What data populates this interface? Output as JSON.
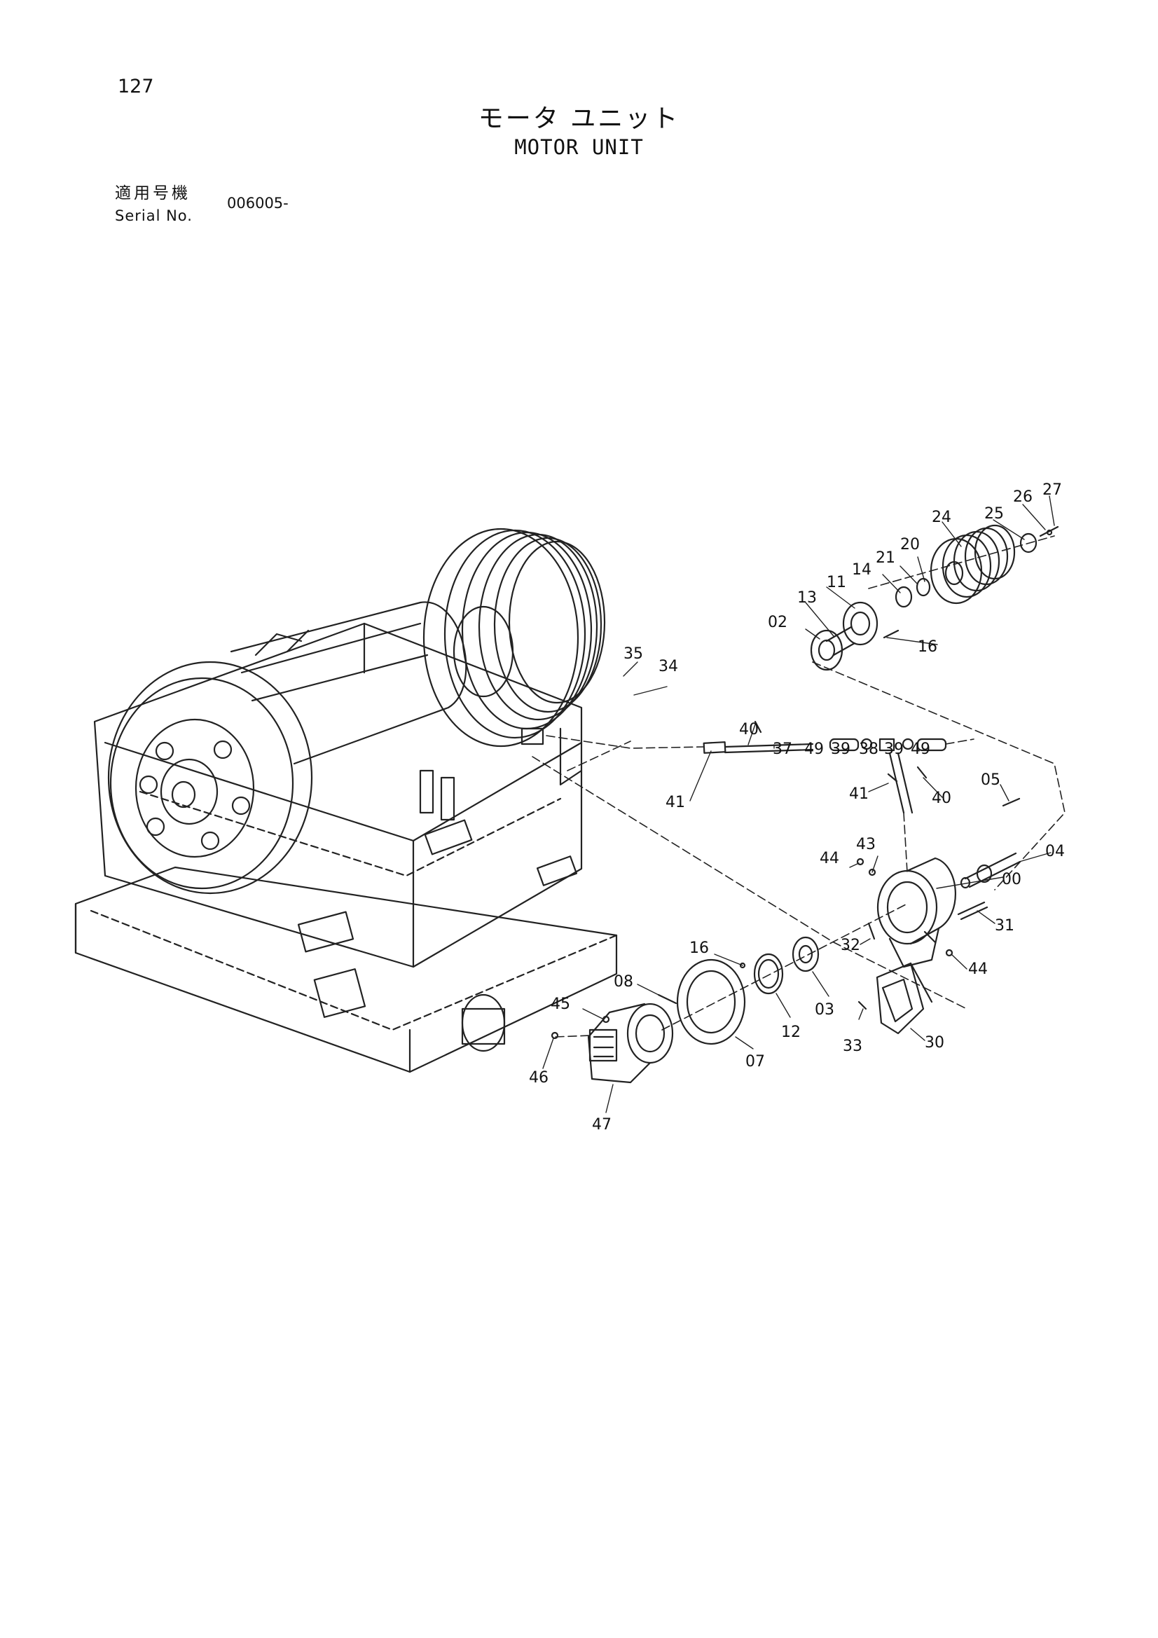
{
  "header": {
    "page_number": "127",
    "title_jp": "モータ ユニット",
    "title_en": "MOTOR UNIT",
    "serial_label_jp": "適用号機",
    "serial_label_en": "Serial No.",
    "serial_value": "006005-"
  },
  "parts": {
    "p00": "00",
    "p02": "02",
    "p03": "03",
    "p04": "04",
    "p05": "05",
    "p07": "07",
    "p08": "08",
    "p11": "11",
    "p12": "12",
    "p13": "13",
    "p14": "14",
    "p16": "16",
    "p20": "20",
    "p21": "21",
    "p24": "24",
    "p25": "25",
    "p26": "26",
    "p27": "27",
    "p30": "30",
    "p31": "31",
    "p32": "32",
    "p33": "33",
    "p34": "34",
    "p35": "35",
    "p37": "37",
    "p38": "38",
    "p39": "39",
    "p40": "40",
    "p41": "41",
    "p43": "43",
    "p44": "44",
    "p45": "45",
    "p46": "46",
    "p47": "47",
    "p49": "49"
  }
}
